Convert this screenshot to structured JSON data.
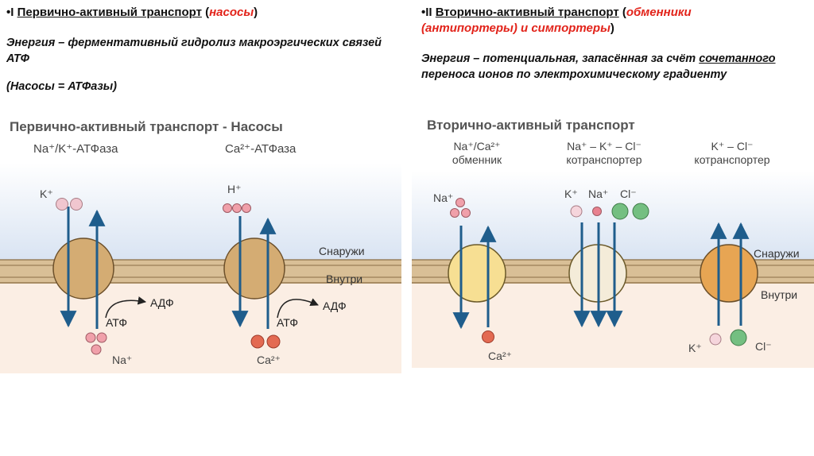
{
  "left": {
    "bullet_prefix": "•I ",
    "heading": "Первично-активный транспорт",
    "heading_red": "насосы",
    "energy": "Энергия – ферментативный  гидролиз макроэргических связей АТФ",
    "pumps_note": "(Насосы = АТФазы)",
    "figure": {
      "title": "Первично-активный транспорт - Насосы",
      "pump1_label": "Na⁺/K⁺-АТФаза",
      "pump2_label": "Ca²⁺-АТФаза",
      "k_ion": "K⁺",
      "h_ion": "H⁺",
      "na_ion": "Na⁺",
      "ca_ion": "Ca²⁺",
      "atp1": "АТФ",
      "adp1": "АДФ",
      "atp2": "АТФ",
      "adp2": "АДФ",
      "outside": "Снаружи",
      "inside": "Внутри"
    }
  },
  "right": {
    "bullet_prefix": "•II ",
    "heading": "Вторично-активный транспорт",
    "heading_red": "обменники (антипортеры) и симпортеры",
    "energy_start": "Энергия – потенциальная, запасённая за счёт ",
    "energy_underlined": "сочетанного",
    "energy_end": " переноса ионов по электрохимическому градиенту",
    "figure": {
      "title": "Вторично-активный транспорт",
      "exchanger_label_1": "Na⁺/Ca²⁺",
      "exchanger_label_2": "обменник",
      "cotransporter1_label_1": "Na⁺ – K⁺ – Cl⁻",
      "cotransporter1_label_2": "котранспортер",
      "cotransporter2_label_1": "K⁺ – Cl⁻",
      "cotransporter2_label_2": "котранспортер",
      "na_ion": "Na⁺",
      "ca_ion": "Ca²⁺",
      "k_ion_top": "K⁺",
      "na_ion_top": "Na⁺",
      "cl_ion_top": "Cl⁻",
      "k_ion_bottom": "K⁺",
      "cl_ion_bottom": "Cl⁻",
      "outside": "Снаружи",
      "inside": "Внутри"
    }
  },
  "colors": {
    "accent_red": "#e2231a",
    "arrow_blue": "#1f5d8c",
    "membrane_tan": "#d9bf96",
    "pump_brown": "#d4ac73",
    "pump_yellow": "#f7df93",
    "pump_cream": "#f4ecd9",
    "pump_orange": "#e7a553",
    "ion_pink": "#f0c6cf",
    "ion_red": "#e36a52",
    "ion_green": "#74bf81"
  }
}
